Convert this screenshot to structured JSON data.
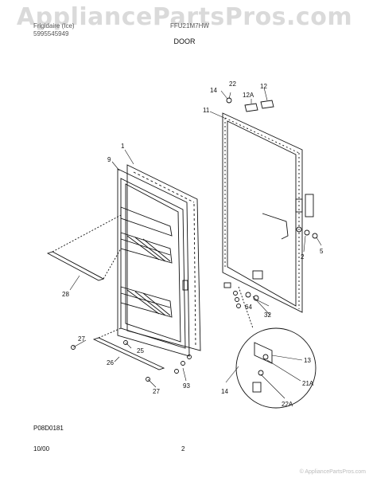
{
  "watermark": "AppliancePartsPros.com",
  "header": {
    "left_line1": "Frigidaire (Ice)",
    "left_line2": "5995545949",
    "right": "FFU21M7HW",
    "title": "DOOR"
  },
  "callouts": {
    "c1": "1",
    "c9": "9",
    "c28": "28",
    "c27a": "27",
    "c25": "25",
    "c26": "26",
    "c27b": "27",
    "c93": "93",
    "c14a": "14",
    "c22a": "22",
    "c12a": "12A",
    "c12": "12",
    "c11": "11",
    "c2": "2",
    "c5": "5",
    "c64": "64",
    "c32": "32",
    "c13": "13",
    "c21a": "21A",
    "c22A": "22A",
    "c14b": "14"
  },
  "footer": {
    "diagram_code": "P08D0181",
    "date": "10/00",
    "page": "2",
    "copyright": "© AppliancePartsPros.com"
  }
}
